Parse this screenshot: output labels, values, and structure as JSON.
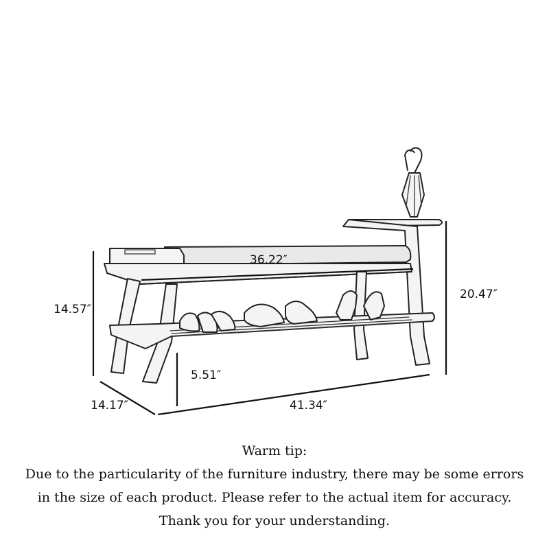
{
  "dimensions": {
    "seat_width": "36.22″",
    "seat_height": "14.57″",
    "total_height": "20.47″",
    "shelf_height": "5.51″",
    "depth": "14.17″",
    "total_width": "41.34″"
  },
  "tip": {
    "heading": "Warm tip:",
    "line1": "Due to the particularity of the furniture industry, there may be some errors",
    "line2": "in the size of each product. Please refer to the actual item for accuracy.",
    "line3": "Thank you for your understanding."
  },
  "illustration": {
    "object": "shoe bench with cushion, lower shoe shelf and umbrella hook",
    "icons": [
      "umbrella-icon",
      "shoe-icon"
    ]
  }
}
